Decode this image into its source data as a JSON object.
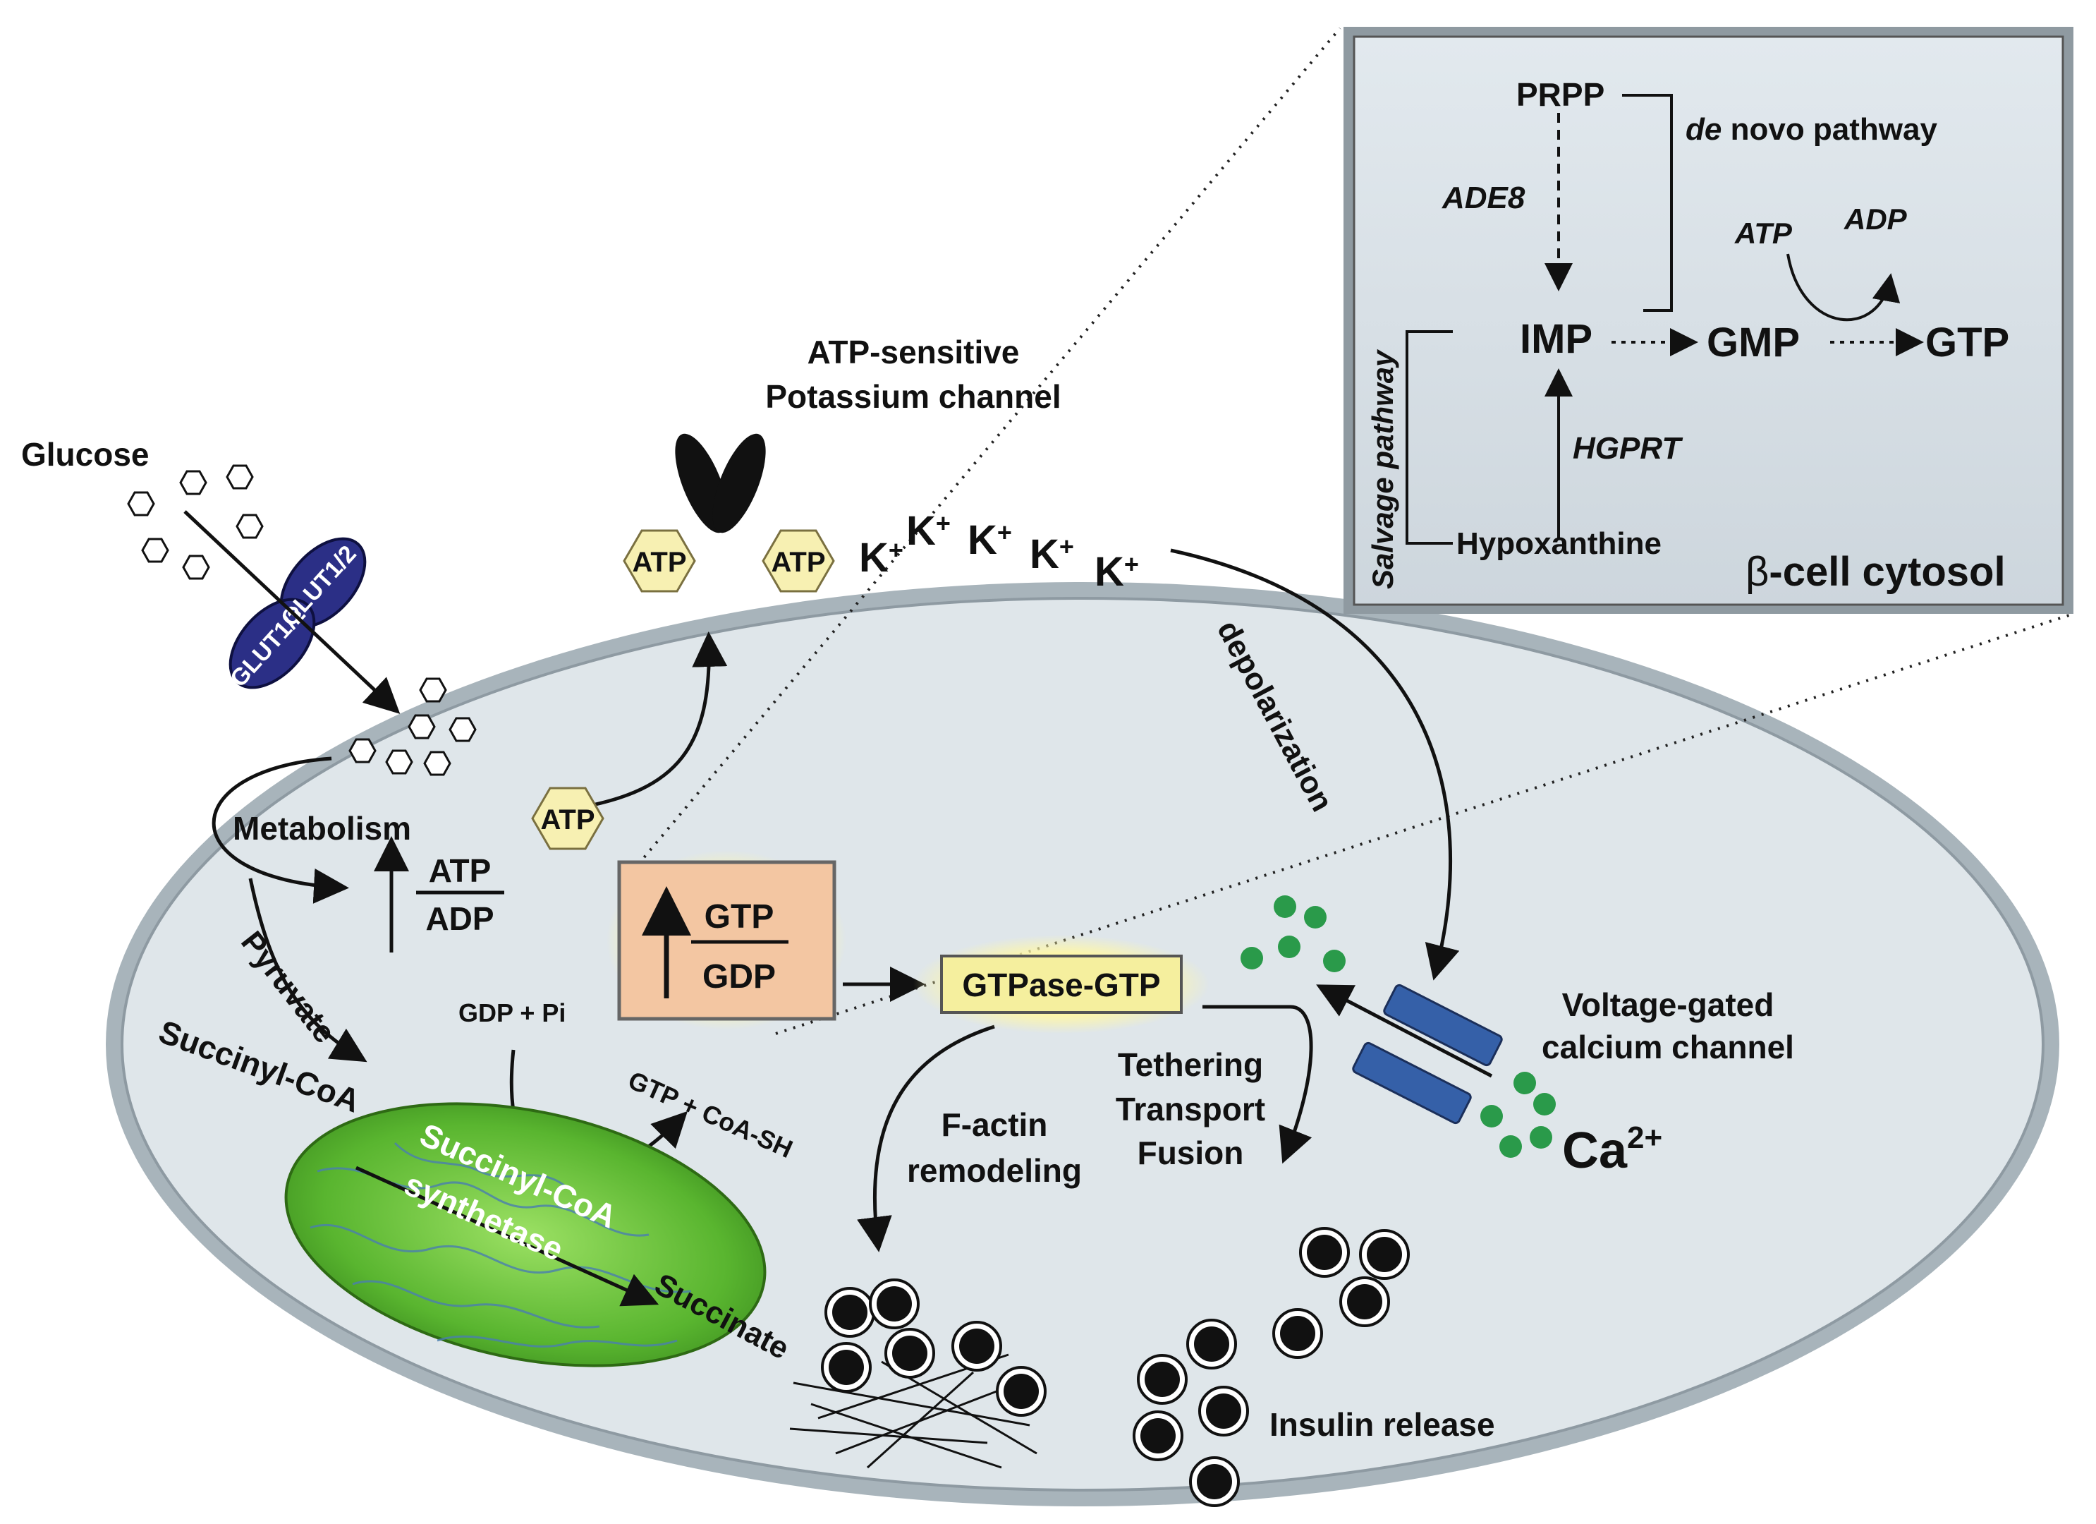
{
  "labels": {
    "glucose": "Glucose",
    "glut_a": "GLUT1/2",
    "glut_b": "GLUT1/2",
    "katp_line1": "ATP-sensitive",
    "katp_line2": "Potassium channel",
    "atp_a": "ATP",
    "atp_b": "ATP",
    "atp_c": "ATP",
    "k_ion": "K",
    "k_sup": "+",
    "metabolism": "Metabolism",
    "ratio_atp": "ATP",
    "ratio_adp": "ADP",
    "pyruvate": "Pyruvate",
    "succinyl_coa": "Succinyl-CoA",
    "scs_line1": "Succinyl-CoA",
    "scs_line2": "synthetase",
    "succinate": "Succinate",
    "gdp_pi": "GDP + Pi",
    "gtp_coash": "GTP + CoA-SH",
    "gtp_box_num": "GTP",
    "gtp_box_den": "GDP",
    "gtpase_gtp": "GTPase-GTP",
    "depolarization": "depolarization",
    "vgcc_line1": "Voltage-gated",
    "vgcc_line2": "calcium channel",
    "ca_base": "Ca",
    "ca_sup": "2+",
    "tethering": "Tethering",
    "transport": "Transport",
    "fusion": "Fusion",
    "factin_line1": "F-actin",
    "factin_line2": "remodeling",
    "insulin_release": "Insulin release"
  },
  "inset": {
    "prpp": "PRPP",
    "de": "de",
    "novo_pathway": "novo pathway",
    "ade8": "ADE8",
    "atp": "ATP",
    "adp": "ADP",
    "imp": "IMP",
    "gmp": "GMP",
    "gtp": "GTP",
    "salvage_pathway": "Salvage pathway",
    "hgprt": "HGPRT",
    "hypoxanthine": "Hypoxanthine",
    "beta": "β",
    "cell_cytosol": "-cell cytosol"
  },
  "colors": {
    "cell_fill": "#dfe6ea",
    "inset_fill": "#d9e1e7",
    "glut": "#2b2f86",
    "atp_hex": "#f7f0b2",
    "gtp_box": "#f3c6a2",
    "gtpase_box": "#f5ef9e",
    "mito": "#59b52f",
    "calcium": "#2a9a4a",
    "vgcc": "#3560a8",
    "granule": "#111111"
  }
}
